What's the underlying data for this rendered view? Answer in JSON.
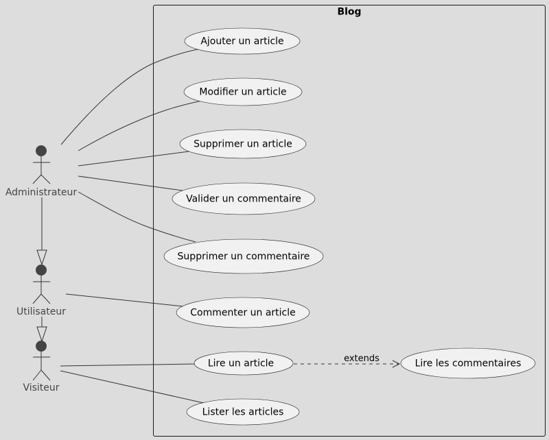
{
  "diagram": {
    "system_title": "Blog",
    "actors": {
      "admin": "Administrateur",
      "user": "Utilisateur",
      "visitor": "Visiteur"
    },
    "use_cases": {
      "ajouter": "Ajouter un article",
      "modifier": "Modifier un article",
      "supprimer_article": "Supprimer un article",
      "valider": "Valider un commentaire",
      "supprimer_commentaire": "Supprimer un commentaire",
      "commenter": "Commenter un article",
      "lire": "Lire un article",
      "lister": "Lister les articles",
      "lire_commentaires": "Lire les commentaires"
    },
    "relation_label": "extends",
    "colors": {
      "background": "#dddddd",
      "use_case_fill": "#f1f1f1",
      "actor_head": "#444444"
    }
  }
}
